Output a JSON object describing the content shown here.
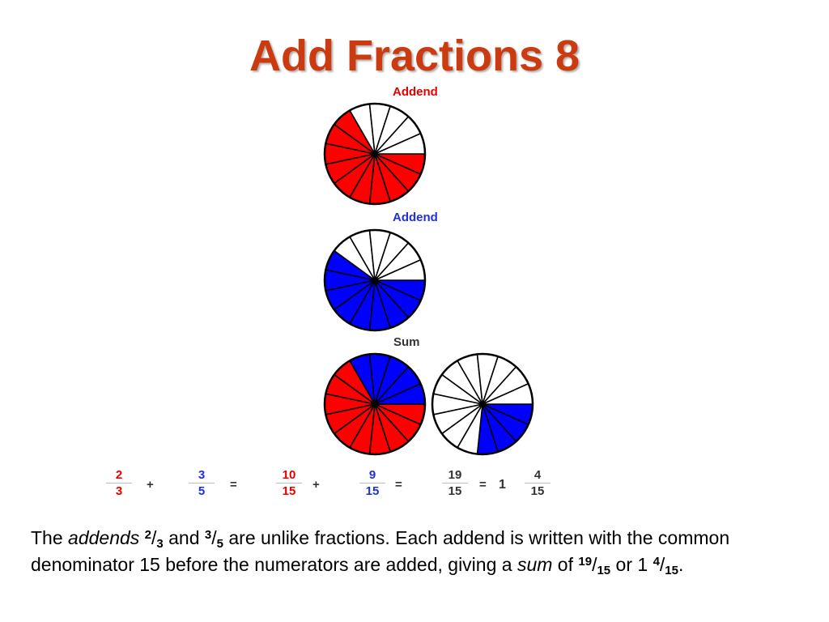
{
  "title": "Add Fractions 8",
  "colors": {
    "title": "#cc3a10",
    "red": "#ff0000",
    "blue": "#0000ff",
    "label_red": "#e60000",
    "label_blue": "#1f2fe0",
    "label_black": "#333333",
    "outline": "#000000"
  },
  "pies": {
    "addend1": {
      "label": "Addend",
      "divisions": 15,
      "filled": 10,
      "start_angle": 0,
      "fill_color": "#ff0000"
    },
    "addend2": {
      "label": "Addend",
      "divisions": 15,
      "filled": 9,
      "start_angle": 0,
      "fill_color": "#0000ff"
    },
    "sum_label": "Sum",
    "sum_left": {
      "divisions": 15,
      "red": 10,
      "blue": 5
    },
    "sum_right": {
      "divisions": 15,
      "blue": 4
    }
  },
  "equation": {
    "f1": {
      "num": "2",
      "den": "3"
    },
    "op1": "+",
    "f2": {
      "num": "3",
      "den": "5"
    },
    "eq1": "=",
    "f3": {
      "num": "10",
      "den": "15"
    },
    "op2": "+",
    "f4": {
      "num": "9",
      "den": "15"
    },
    "eq2": "=",
    "f5": {
      "num": "19",
      "den": "15"
    },
    "eq3": "=",
    "whole": "1",
    "f6": {
      "num": "4",
      "den": "15"
    }
  },
  "caption": {
    "t1": "The ",
    "addends": "addends",
    "a_num": "2",
    "slash": "/",
    "a_den": "3",
    "t2": " and ",
    "b_num": "3",
    "b_den": "5",
    "t3": "  are unlike fractions. Each addend is written with the common denominator 15 before the numerators are added, giving a ",
    "sum": "sum",
    "t4": " of  ",
    "s_num": "19",
    "s_den": "15",
    "t5": " or 1 ",
    "r_num": "4",
    "r_den": "15",
    "t6": "."
  }
}
